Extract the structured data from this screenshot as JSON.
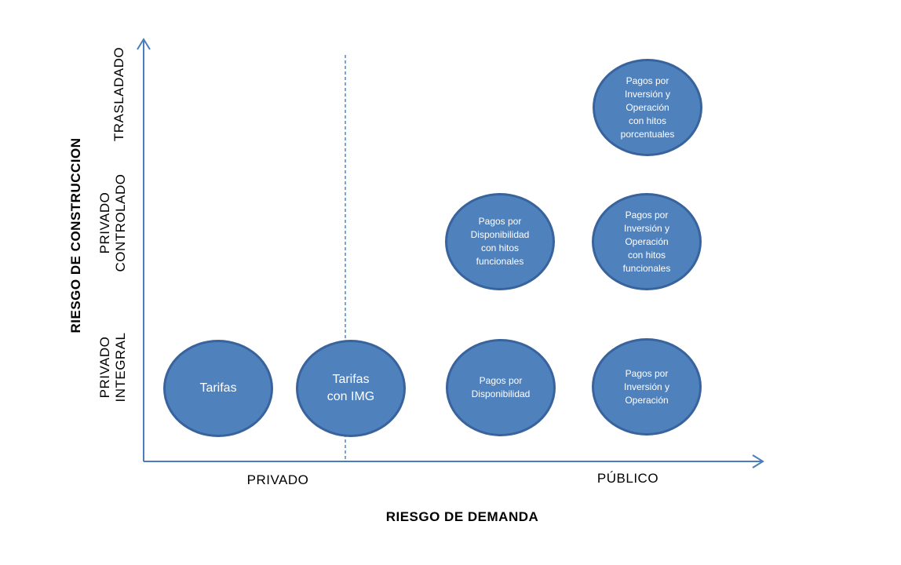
{
  "diagram": {
    "y_axis": {
      "title": "RIESGO DE CONSTRUCCION",
      "ticks": [
        "TRASLADADO",
        "PRIVADO\nCONTROLADO",
        "PRIVADO\nINTEGRAL"
      ]
    },
    "x_axis": {
      "title": "RIESGO DE DEMANDA",
      "ticks": [
        "PRIVADO",
        "PÚBLICO"
      ]
    },
    "bubbles": [
      {
        "label": "Tarifas"
      },
      {
        "label": "Tarifas\ncon IMG"
      },
      {
        "label": "Pagos por\nDisponibilidad"
      },
      {
        "label": "Pagos por\nInversión y\nOperación"
      },
      {
        "label": "Pagos por\nDisponibilidad\ncon hitos\nfuncionales"
      },
      {
        "label": "Pagos por\nInversión y\nOperación\ncon hitos\nfuncionales"
      },
      {
        "label": "Pagos por\nInversión y\nOperación\ncon hitos\nporcentuales"
      }
    ],
    "colors": {
      "bubble_fill": "#4F81BD",
      "bubble_border": "#38639C",
      "axis_line": "#4A7EBB",
      "dashed_line": "#7DA5D3",
      "bubble_text": "#FFFFFF",
      "label_text": "#000000"
    }
  }
}
